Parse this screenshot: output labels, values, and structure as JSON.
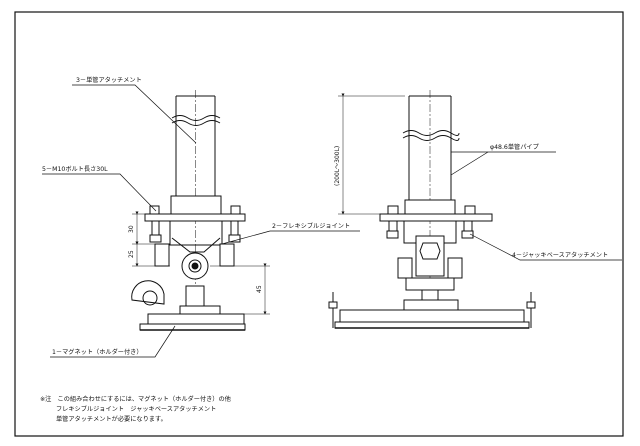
{
  "callouts": {
    "pipe_attachment": "3－単管アタッチメント",
    "bolt": "5－M10ボルト長さ30L",
    "flexible_joint": "2－フレキシブルジョイント",
    "pipe_spec": "φ48.6単管パイプ",
    "jack_base_attachment": "4－ジャッキベースアタッチメント",
    "magnet": "1－マグネット（ホルダー付き）"
  },
  "dimensions": {
    "d30": "30",
    "d25": "25",
    "d45": "45",
    "pipe_length": "(200L～300L)"
  },
  "notes": [
    "※注　この組み合わせにするには、マグネット（ホルダー付き）の他",
    "フレキシブルジョイント　ジャッキベースアタッチメント",
    "単管アタッチメントが必要になります。"
  ]
}
